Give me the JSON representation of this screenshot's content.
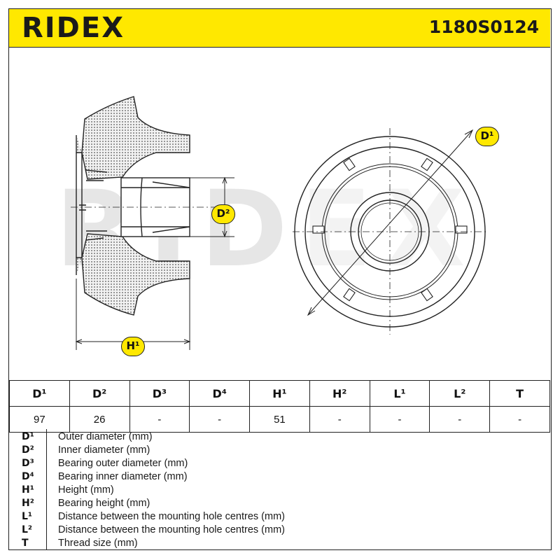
{
  "header": {
    "brand": "RIDEX",
    "part_number": "1180S0124"
  },
  "drawing": {
    "watermark": "RIDEX",
    "tags": {
      "d1": "D¹",
      "d2": "D²",
      "h1": "H¹"
    }
  },
  "specs": {
    "headers": [
      "D¹",
      "D²",
      "D³",
      "D⁴",
      "H¹",
      "H²",
      "L¹",
      "L²",
      "T"
    ],
    "values": [
      "97",
      "26",
      "-",
      "-",
      "51",
      "-",
      "-",
      "-",
      "-"
    ]
  },
  "legend": [
    {
      "key": "D¹",
      "text": "Outer diameter (mm)"
    },
    {
      "key": "D²",
      "text": "Inner diameter (mm)"
    },
    {
      "key": "D³",
      "text": "Bearing outer diameter (mm)"
    },
    {
      "key": "D⁴",
      "text": "Bearing inner diameter (mm)"
    },
    {
      "key": "H¹",
      "text": "Height (mm)"
    },
    {
      "key": "H²",
      "text": "Bearing height (mm)"
    },
    {
      "key": "L¹",
      "text": "Distance between the mounting hole centres (mm)"
    },
    {
      "key": "L²",
      "text": "Distance between the mounting hole centres (mm)"
    },
    {
      "key": "T",
      "text": "Thread size (mm)"
    }
  ],
  "colors": {
    "accent": "#ffe800",
    "line": "#222222",
    "watermark": "#d9d9d9"
  }
}
